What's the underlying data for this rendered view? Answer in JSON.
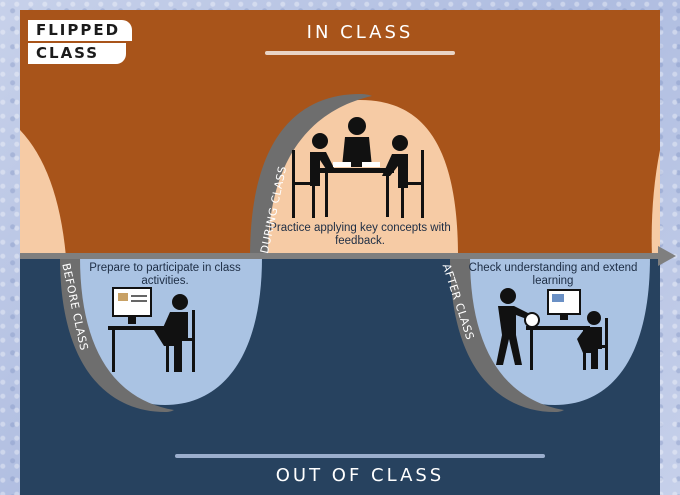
{
  "logo": {
    "line1": "FLIPPED",
    "line2": "CLASS"
  },
  "headings": {
    "in_class": "IN CLASS",
    "out_of_class": "OUT OF CLASS"
  },
  "phases": {
    "during": {
      "label": "DURING CLASS",
      "caption": "Practice applying key concepts with feedback."
    },
    "before": {
      "label": "BEFORE CLASS",
      "caption": "Prepare to participate in class activities."
    },
    "after": {
      "label": "AFTER CLASS",
      "caption": "Check understanding and extend learning"
    }
  },
  "colors": {
    "in_class_band": "#a8541a",
    "out_of_class_band": "#27425f",
    "during_bubble": "#f6cba5",
    "out_bubble": "#aac3e3",
    "arrow": "#7f7f7f"
  }
}
